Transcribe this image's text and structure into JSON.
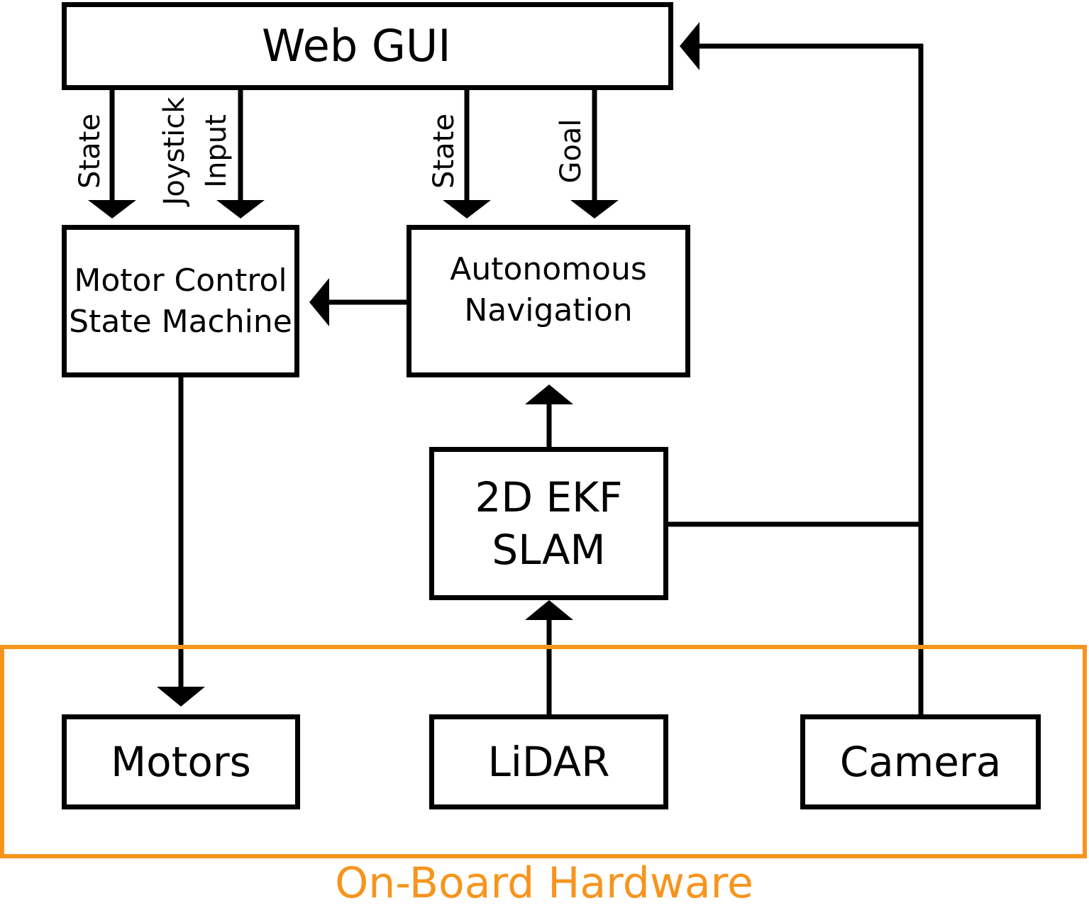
{
  "nodes": {
    "web_gui": "Web GUI",
    "motor_control": [
      "Motor Control",
      "State Machine"
    ],
    "autonomous_nav": [
      "Autonomous",
      "Navigation"
    ],
    "ekf_slam": [
      "2D EKF",
      "SLAM"
    ],
    "motors": "Motors",
    "lidar": "LiDAR",
    "camera": "Camera"
  },
  "edge_labels": {
    "state_1": "State",
    "joystick": "Joystick",
    "input": "Input",
    "state_2": "State",
    "goal": "Goal"
  },
  "group": {
    "title": "On-Board Hardware",
    "color": "#f7941d"
  }
}
